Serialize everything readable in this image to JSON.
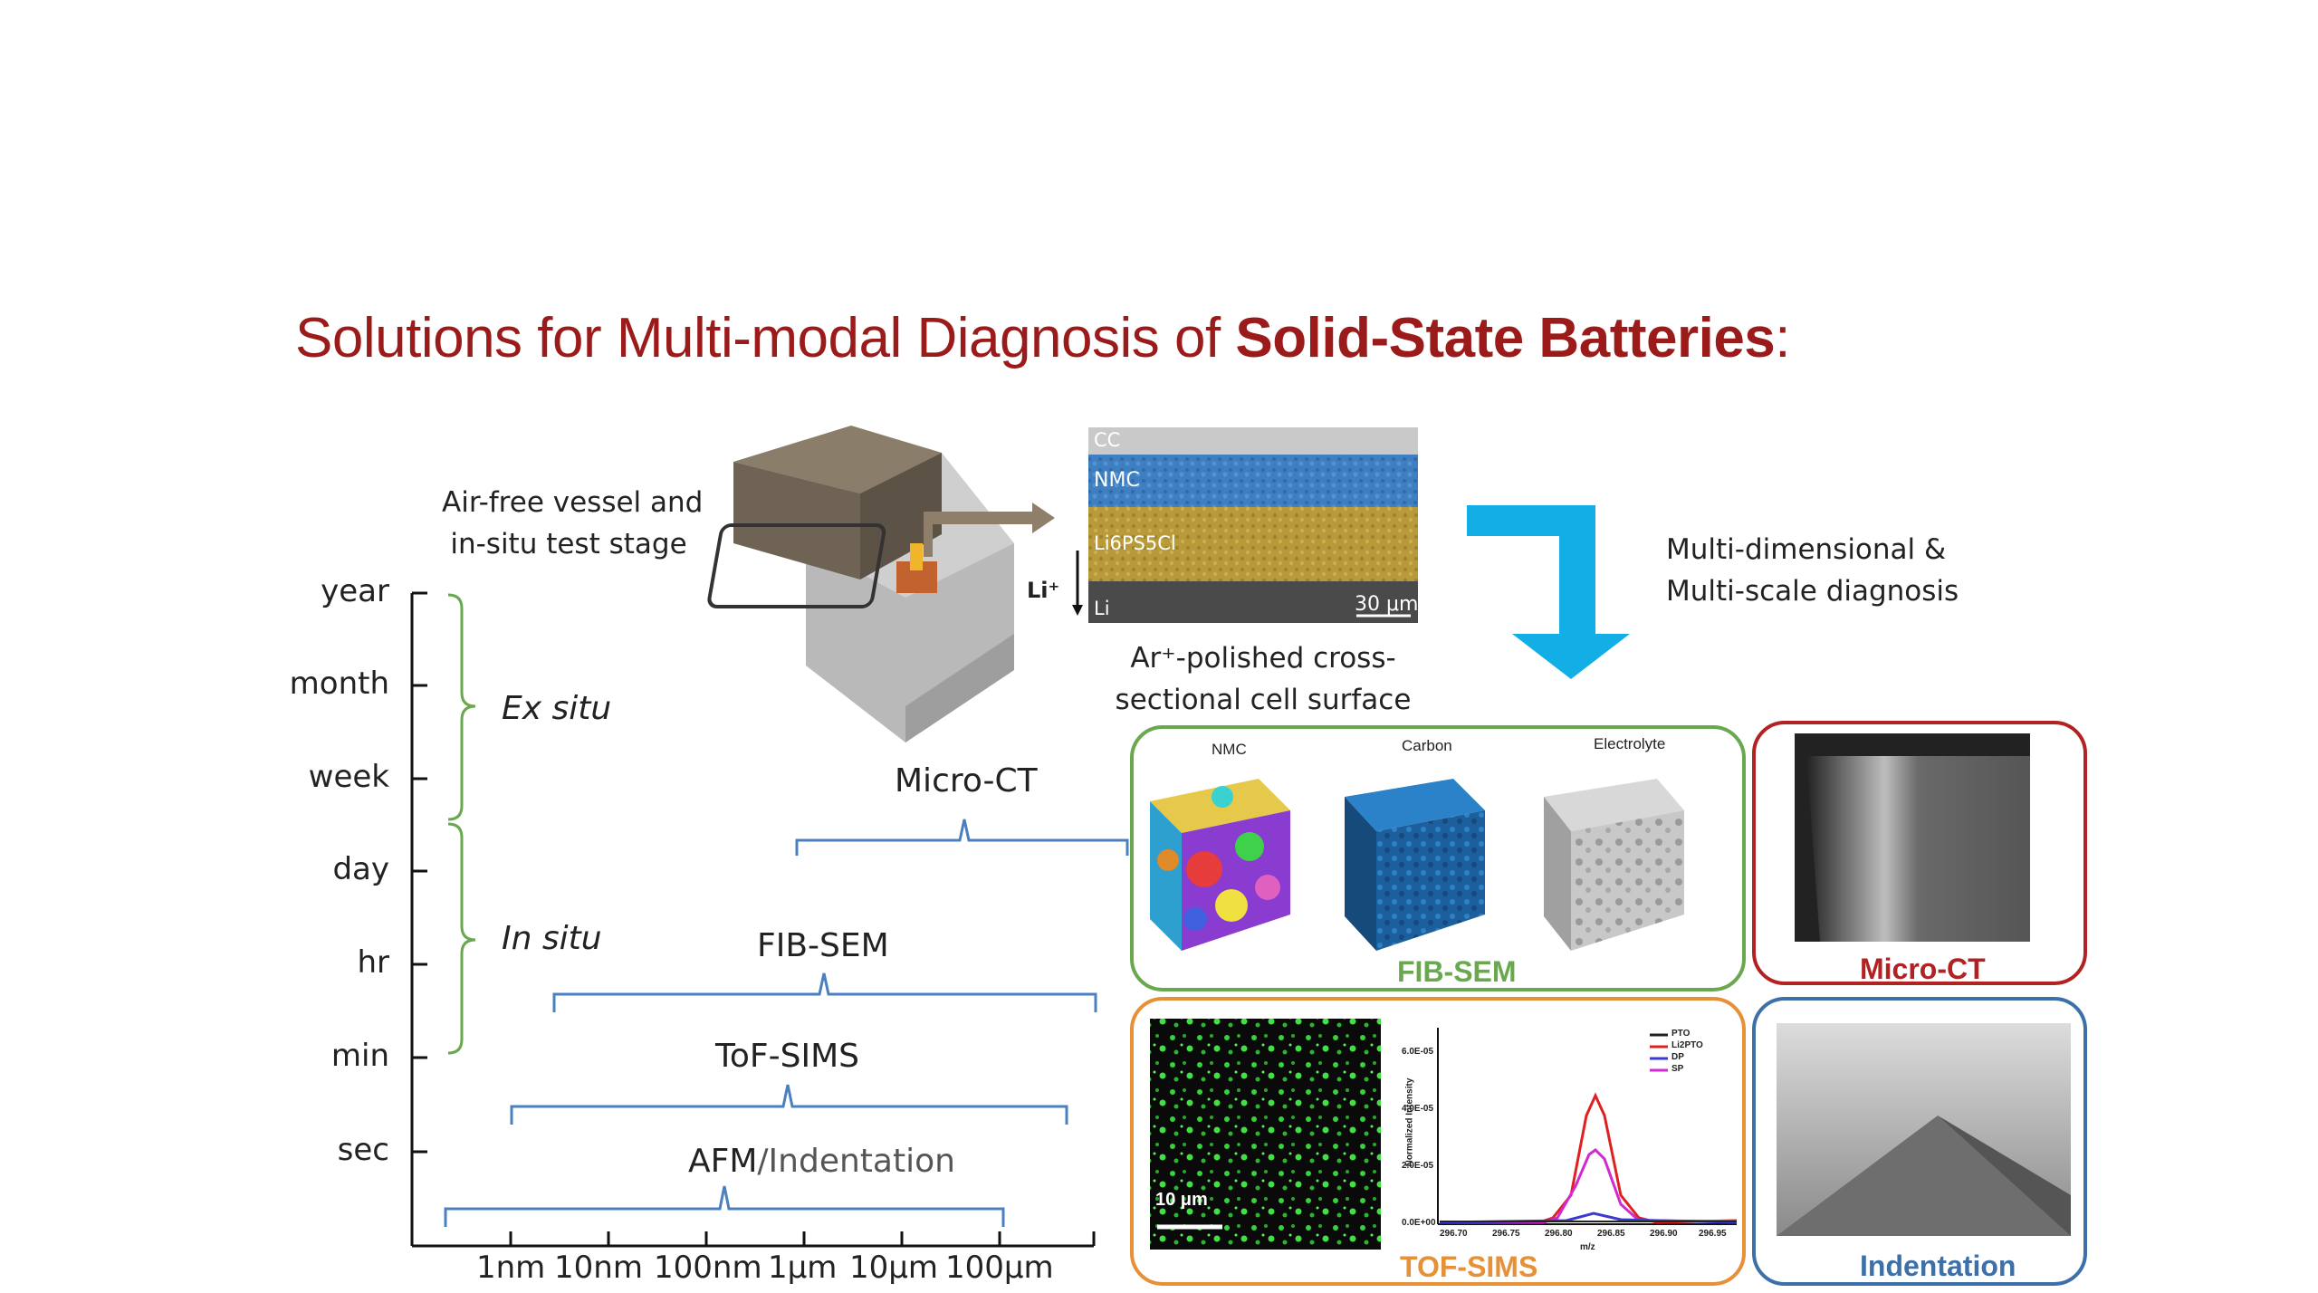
{
  "title": {
    "prefix": "Solutions for Multi-modal Diagnosis of ",
    "emphasis": "Solid-State Batteries",
    "suffix": ":"
  },
  "time_axis": {
    "labels": [
      "year",
      "month",
      "week",
      "day",
      "hr",
      "min",
      "sec"
    ],
    "ex_situ": "Ex situ",
    "in_situ": "In situ"
  },
  "length_axis": {
    "labels": [
      "1nm",
      "10nm",
      "100nm",
      "1μm",
      "10μm",
      "100μm"
    ]
  },
  "techniques": {
    "micro_ct": "Micro-CT",
    "fib_sem": "FIB-SEM",
    "tof_sims": "ToF-SIMS",
    "afm": "AFM",
    "indentation": "/Indentation"
  },
  "vessel": {
    "line1": "Air-free vessel and",
    "line2": "in-situ test stage"
  },
  "cross_section": {
    "layers": [
      "CC",
      "NMC",
      "Li6PS5Cl",
      "Li"
    ],
    "li_ion": "Li⁺",
    "scale": "30 μm",
    "caption1": "Ar⁺-polished cross-",
    "caption2": "sectional cell surface",
    "colors": {
      "cc": "#c9c9c9",
      "nmc": "#3d7fc1",
      "electrolyte": "#b89a3a",
      "li": "#4a4a4a"
    }
  },
  "arrow_caption": {
    "line1": "Multi-dimensional &",
    "line2": "Multi-scale diagnosis"
  },
  "panels": {
    "fib_sem": {
      "title": "FIB-SEM",
      "labels": [
        "NMC",
        "Carbon",
        "Electrolyte"
      ],
      "color": "#6aa84f"
    },
    "micro_ct": {
      "title": "Micro-CT",
      "color": "#b22222"
    },
    "tof_sims": {
      "title": "TOF-SIMS",
      "color": "#e69138",
      "scale_bar": "10 μm",
      "plot": {
        "ylabel": "Normalized Intensity",
        "xlabel": "m/z",
        "yticks": [
          "0.0E+00",
          "2.0E-05",
          "4.0E-05",
          "6.0E-05"
        ],
        "xticks": [
          "296.70",
          "296.75",
          "296.80",
          "296.85",
          "296.90",
          "296.95"
        ],
        "legend": [
          "PTO",
          "Li2PTO",
          "DP",
          "SP"
        ],
        "legend_colors": [
          "#222222",
          "#e02020",
          "#3a3ad0",
          "#d02ad0"
        ]
      }
    },
    "indentation": {
      "title": "Indentation",
      "color": "#3d6fa8"
    }
  },
  "colors": {
    "title": "#9b1b1b",
    "bracket_green": "#6aa84f",
    "bracket_blue": "#4a7fc0",
    "big_arrow": "#13aee6"
  }
}
